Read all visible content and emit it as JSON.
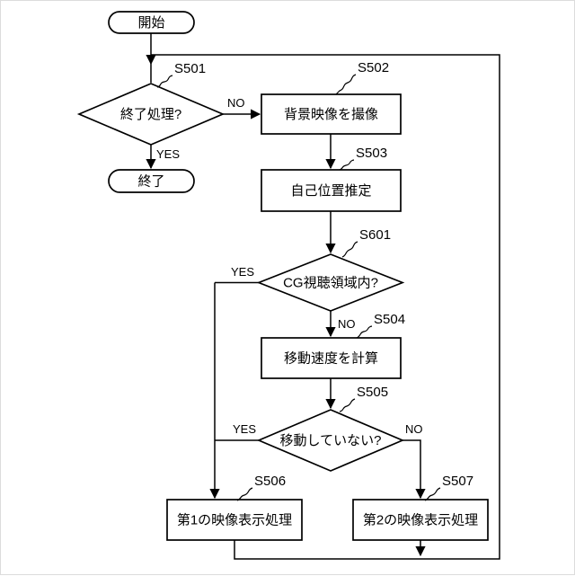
{
  "figure": {
    "type": "flowchart",
    "background": "#ffffff",
    "line_color": "#000000",
    "text_color": "#000000"
  },
  "nodes": {
    "start": {
      "label": "開始"
    },
    "s501": {
      "ref": "S501",
      "label": "終了処理?"
    },
    "end": {
      "label": "終了"
    },
    "s502": {
      "ref": "S502",
      "label": "背景映像を撮像"
    },
    "s503": {
      "ref": "S503",
      "label": "自己位置推定"
    },
    "s601": {
      "ref": "S601",
      "label": "CG視聴領域内?"
    },
    "s504": {
      "ref": "S504",
      "label": "移動速度を計算"
    },
    "s505": {
      "ref": "S505",
      "label": "移動していない?"
    },
    "s506": {
      "ref": "S506",
      "label": "第1の映像表示処理"
    },
    "s507": {
      "ref": "S507",
      "label": "第2の映像表示処理"
    }
  },
  "edge_labels": {
    "s501_no": "NO",
    "s501_yes": "YES",
    "s601_yes": "YES",
    "s601_no": "NO",
    "s505_yes": "YES",
    "s505_no": "NO"
  }
}
